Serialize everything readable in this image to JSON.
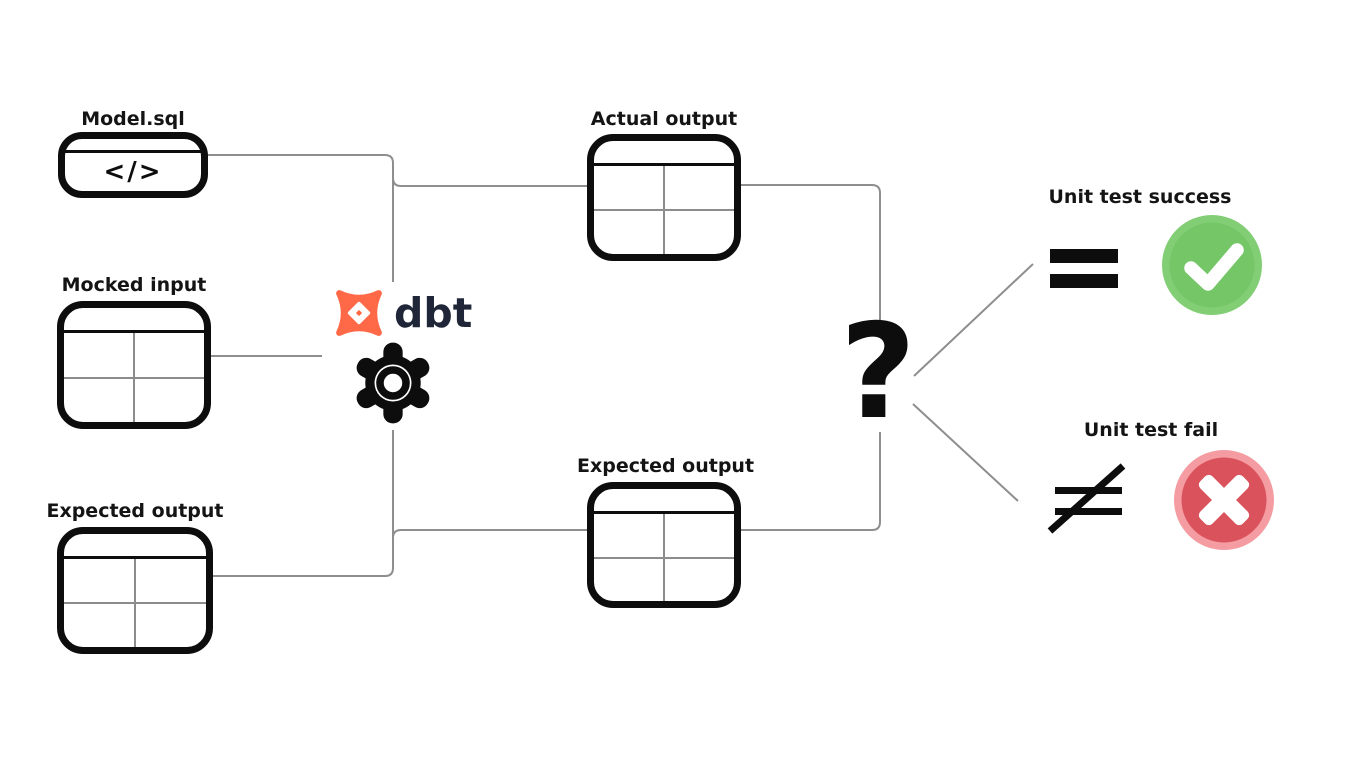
{
  "colors": {
    "ink": "#0d0d0d",
    "text": "#141414",
    "line": "#8e8e8e",
    "grid": "#8c8c8c",
    "dbt_orange": "#ff6948",
    "dbt_navy": "#1f2637",
    "success_outer": "#82ce74",
    "success_inner": "#74c667",
    "fail_outer": "#f49ca2",
    "fail_inner": "#d9525c"
  },
  "left": {
    "model": {
      "label": "Model.sql",
      "code": "</>"
    },
    "mocked": {
      "label": "Mocked input"
    },
    "expected": {
      "label": "Expected output"
    }
  },
  "engine": {
    "dbt_label": "dbt",
    "icons": [
      "dbt-logo-icon",
      "gear-icon"
    ]
  },
  "middle": {
    "actual": {
      "label": "Actual output"
    },
    "expected": {
      "label": "Expected output"
    }
  },
  "compare": {
    "symbol": "?"
  },
  "outcomes": {
    "success": {
      "label": "Unit test success",
      "operator": "=",
      "icon": "check-circle-icon"
    },
    "fail": {
      "label": "Unit test fail",
      "operator": "≠",
      "icon": "cross-circle-icon"
    }
  }
}
